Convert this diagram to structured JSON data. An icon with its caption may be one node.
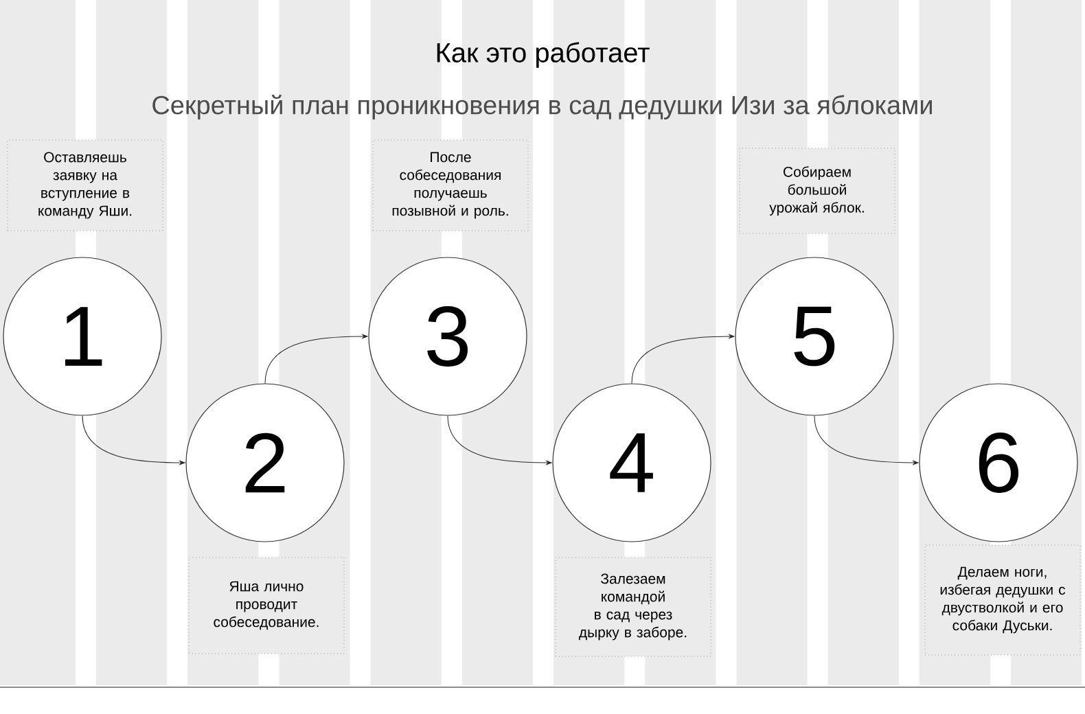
{
  "diagram": {
    "title": "Как это работает",
    "nodes": [
      {
        "text": [
          "1"
        ]
      },
      {
        "text": [
          "2"
        ]
      },
      {
        "text": [
          "3"
        ]
      },
      {
        "text": [
          "4"
        ]
      },
      {
        "text": [
          "5"
        ]
      },
      {
        "text": [
          "6"
        ]
      },
      {
        "text": [
          "Оставляешь заявку на вступление в команду Яши."
        ]
      },
      {
        "text": [
          "Яша лично проводит собеседование."
        ]
      },
      {
        "text": [
          "После собеседования получаешь позывной и роль."
        ]
      },
      {
        "text": [
          "Залезаем командой в сад через дырку в заборе."
        ]
      },
      {
        "text": [
          "Собираем большой урожай яблок."
        ]
      },
      {
        "text": [
          "Делаем ноги, избегая дедушки с двустволкой и его собаки Дуськи."
        ]
      }
    ],
    "edges": [
      {
        "from": 0,
        "to": 1,
        "arrow": "to"
      },
      {
        "from": 1,
        "to": 2,
        "arrow": "to"
      },
      {
        "from": 2,
        "to": 3,
        "arrow": "to"
      },
      {
        "from": 3,
        "to": 4,
        "arrow": "to"
      },
      {
        "from": 4,
        "to": 5,
        "arrow": "to"
      }
    ],
    "labels": [
      "Секретный план проникновения в сад дедушки Изи за яблоками"
    ]
  }
}
